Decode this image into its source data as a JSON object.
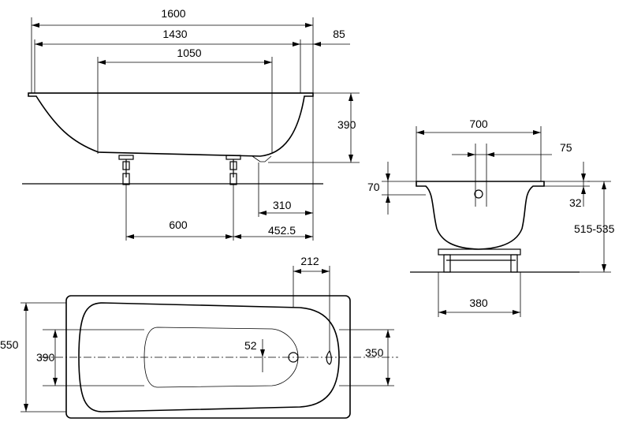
{
  "side_view": {
    "overall_length": "1600",
    "inner_length": "1430",
    "rim_width": "85",
    "bottom_length": "1050",
    "depth": "390",
    "drain_offset": "310",
    "leg_spacing": "600",
    "leg_offset": "452.5"
  },
  "end_view": {
    "overall_width": "700",
    "drain_width": "75",
    "rim_height": "70",
    "rim_thickness": "32",
    "height_range": "515-535",
    "leg_width": "380"
  },
  "plan_view": {
    "overall_width": "550",
    "inner_width": "390",
    "drain_offset": "212",
    "drain_radius": "52",
    "bottom_width": "350"
  }
}
